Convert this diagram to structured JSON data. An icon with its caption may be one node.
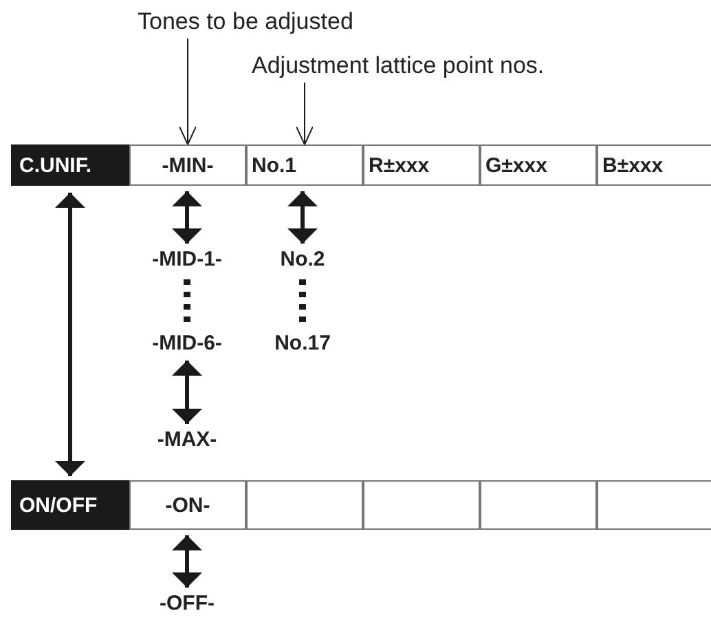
{
  "diagram": {
    "nodes": [
      {
        "text": [
          "Tones to be adjusted"
        ]
      },
      {
        "text": [
          "Adjustment lattice point nos."
        ]
      },
      {
        "text": [
          "C.UNIF."
        ]
      },
      {
        "text": [
          "-MIN-"
        ]
      },
      {
        "text": [
          "No.1"
        ]
      },
      {
        "text": [
          "R±xxx"
        ]
      },
      {
        "text": [
          "G±xxx"
        ]
      },
      {
        "text": [
          "B±xxx"
        ]
      },
      {
        "text": [
          "-MID-1-"
        ]
      },
      {
        "text": [
          "No.2"
        ]
      },
      {
        "text": [
          "-MID-6-"
        ]
      },
      {
        "text": [
          "No.17"
        ]
      },
      {
        "text": [
          "-MAX-"
        ]
      },
      {
        "text": [
          "ON/OFF"
        ]
      },
      {
        "text": [
          "-ON-"
        ]
      },
      {
        "text": [],
        "shape": "box"
      },
      {
        "text": [],
        "shape": "box"
      },
      {
        "text": [],
        "shape": "box"
      },
      {
        "text": [],
        "shape": "box"
      },
      {
        "text": [
          "-OFF-"
        ]
      }
    ],
    "edges": [
      {
        "from": 0,
        "to": 3,
        "arrow": "to"
      },
      {
        "from": 1,
        "to": 4,
        "arrow": "to"
      },
      {
        "from": 2,
        "to": 13,
        "arrow": "both"
      },
      {
        "from": 3,
        "to": 8,
        "arrow": "both"
      },
      {
        "from": 4,
        "to": 9,
        "arrow": "both"
      },
      {
        "from": 8,
        "to": 10,
        "arrow": "none",
        "style": "dashed"
      },
      {
        "from": 9,
        "to": 11,
        "arrow": "none",
        "style": "dashed"
      },
      {
        "from": 10,
        "to": 12,
        "arrow": "both"
      },
      {
        "from": 14,
        "to": 19,
        "arrow": "both"
      }
    ]
  }
}
